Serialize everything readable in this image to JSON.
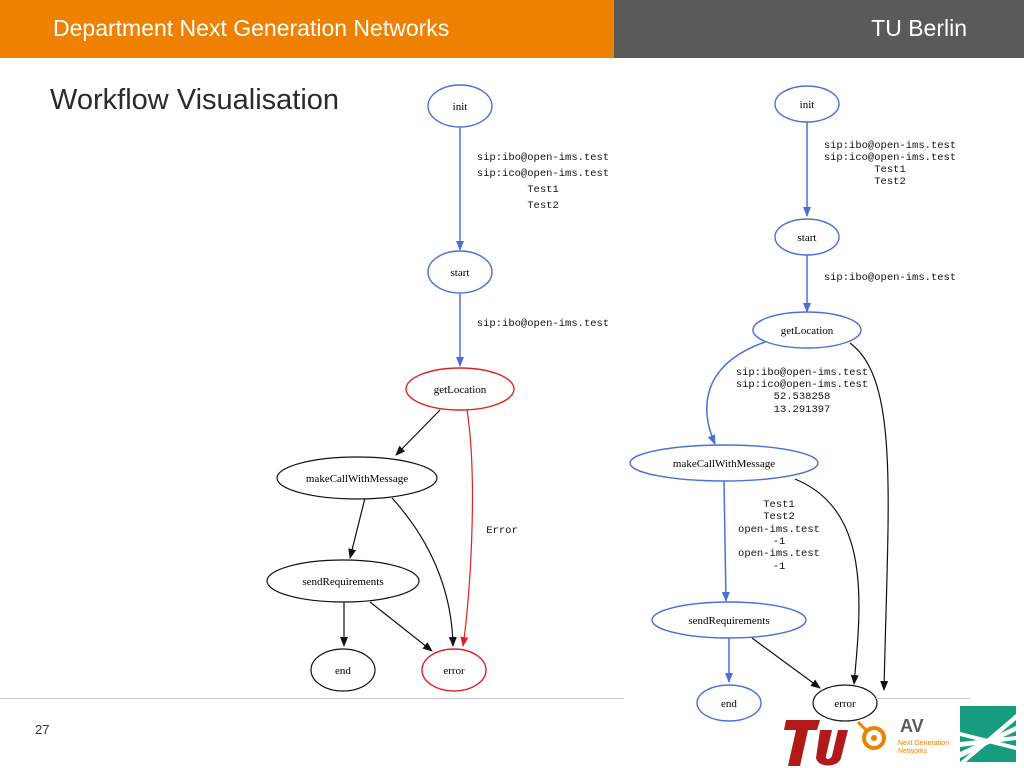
{
  "header": {
    "title": "Department Next Generation Networks",
    "organization": "TU Berlin",
    "left_color": "#ee8100",
    "right_color": "#5a5a5a"
  },
  "slide": {
    "title": "Workflow Visualisation",
    "page_number": "27"
  },
  "diagram_left": {
    "nodes": {
      "init": "init",
      "start": "start",
      "getLocation": "getLocation",
      "makeCallWithMessage": "makeCallWithMessage",
      "sendRequirements": "sendRequirements",
      "end": "end",
      "error": "error"
    },
    "edge_labels": {
      "init_start": [
        "sip:ibo@open-ims.test",
        "sip:ico@open-ims.test",
        "Test1",
        "Test2"
      ],
      "start_getLocation": [
        "sip:ibo@open-ims.test"
      ],
      "getLocation_error": [
        "Error"
      ]
    }
  },
  "diagram_right": {
    "nodes": {
      "init": "init",
      "start": "start",
      "getLocation": "getLocation",
      "makeCallWithMessage": "makeCallWithMessage",
      "sendRequirements": "sendRequirements",
      "end": "end",
      "error": "error"
    },
    "edge_labels": {
      "init_start": [
        "sip:ibo@open-ims.test",
        "sip:ico@open-ims.test",
        "Test1",
        "Test2"
      ],
      "start_getLocation": [
        "sip:ibo@open-ims.test"
      ],
      "getLocation_makeCall": [
        "sip:ibo@open-ims.test",
        "sip:ico@open-ims.test",
        "52.538258",
        "13.291397"
      ],
      "makeCall_sendReq": [
        "Test1",
        "Test2",
        "open-ims.test",
        "-1",
        "open-ims.test",
        "-1"
      ]
    }
  },
  "colors": {
    "blue": "#4a70d8",
    "red": "#e02020",
    "black": "#111111"
  },
  "logos": {
    "av_text": "AV",
    "av_sub1": "Next Generation",
    "av_sub2": "Networks"
  }
}
